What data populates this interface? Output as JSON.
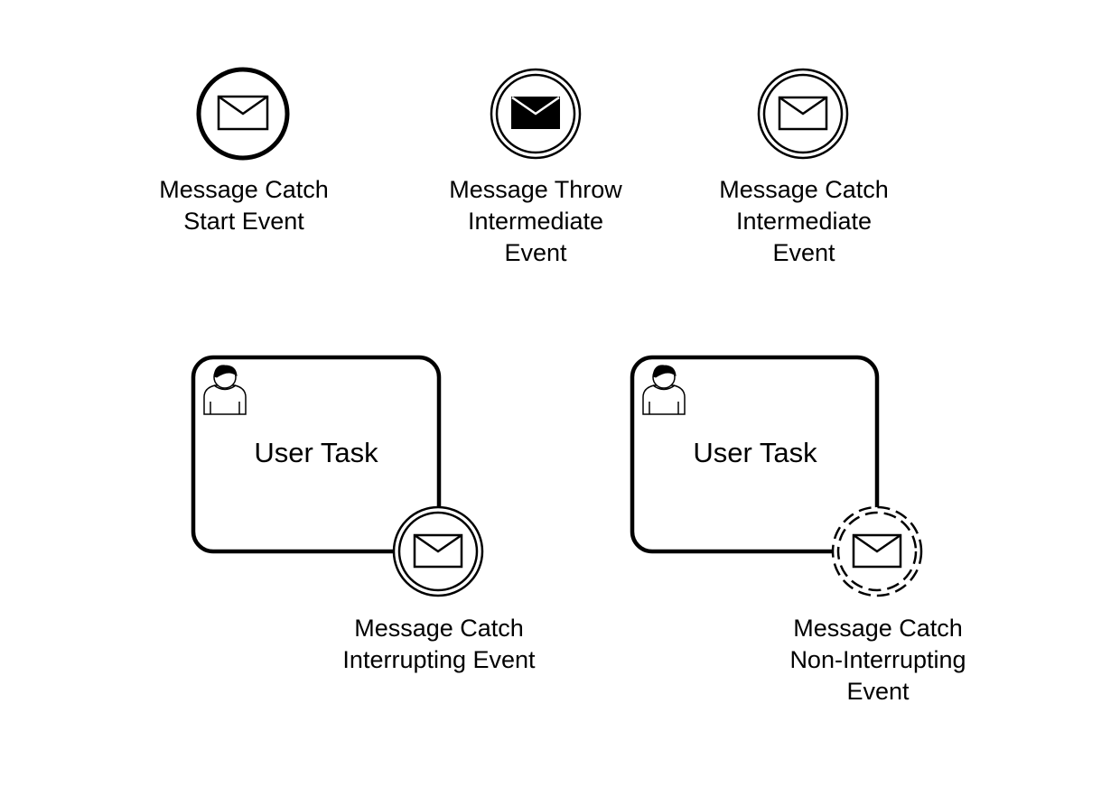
{
  "colors": {
    "stroke": "#000000",
    "background": "#ffffff"
  },
  "events": {
    "start": {
      "icon": "envelope-icon",
      "label": [
        "Message Catch",
        "Start Event"
      ]
    },
    "throw_intermediate": {
      "icon": "envelope-filled-icon",
      "label": [
        "Message Throw",
        "Intermediate",
        "Event"
      ]
    },
    "catch_intermediate": {
      "icon": "envelope-icon",
      "label": [
        "Message Catch",
        "Intermediate",
        "Event"
      ]
    }
  },
  "tasks": [
    {
      "label": "User Task",
      "icon": "user-icon",
      "boundary": {
        "type": "interrupting",
        "icon": "envelope-icon",
        "label": [
          "Message Catch",
          "Interrupting Event"
        ]
      }
    },
    {
      "label": "User Task",
      "icon": "user-icon",
      "boundary": {
        "type": "non-interrupting",
        "icon": "envelope-icon",
        "label": [
          "Message Catch",
          "Non-Interrupting",
          "Event"
        ]
      }
    }
  ]
}
